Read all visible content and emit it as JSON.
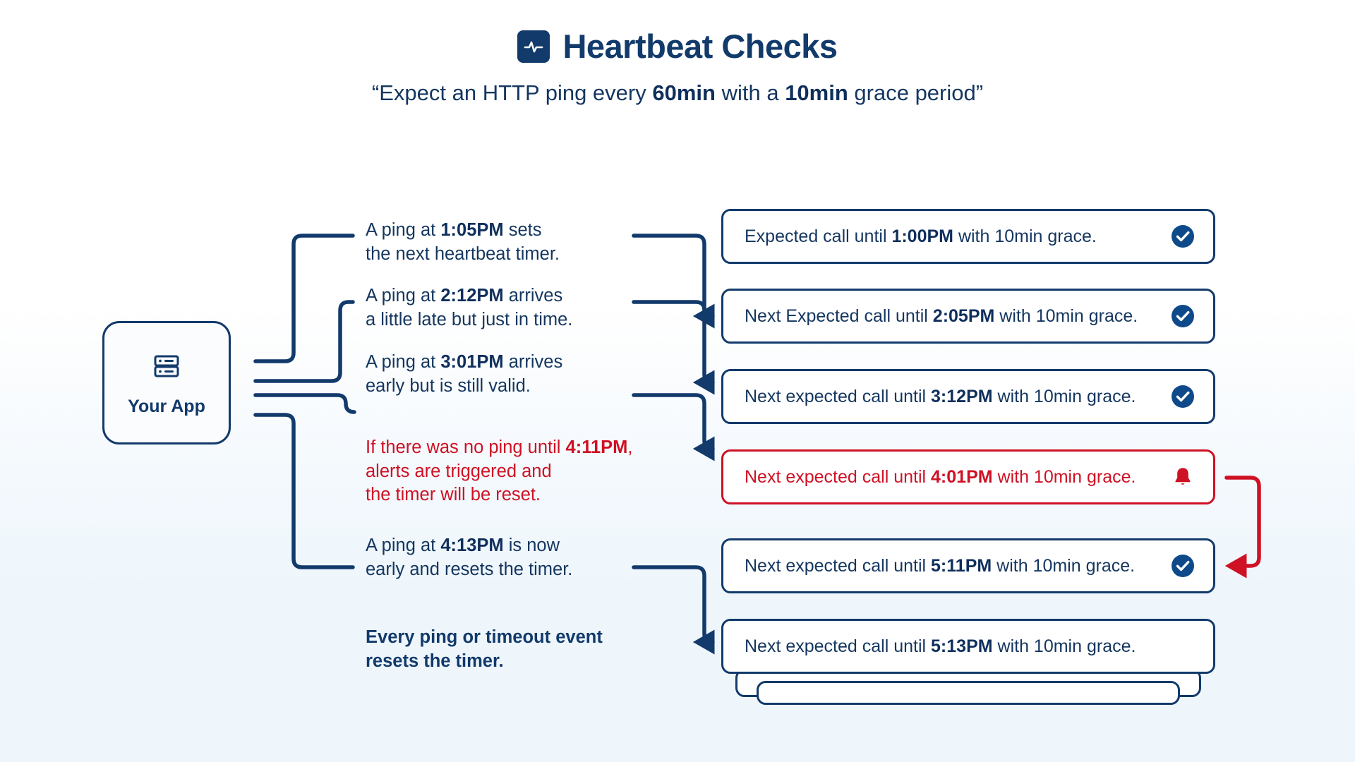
{
  "header": {
    "icon": "heartbeat-pulse-icon",
    "title": "Heartbeat Checks",
    "subtitle_prefix": "“Expect an HTTP ping every ",
    "subtitle_bold1": "60min",
    "subtitle_middle": " with a ",
    "subtitle_bold2": "10min",
    "subtitle_suffix": " grace period”"
  },
  "app": {
    "icon": "server-rack-icon",
    "label": "Your App"
  },
  "events": [
    {
      "id": "event-ping-105pm",
      "prefix": "A ping at ",
      "bold": "1:05PM",
      "suffix": " sets\nthe next heartbeat timer.",
      "tone": "normal"
    },
    {
      "id": "event-ping-212pm",
      "prefix": "A ping at ",
      "bold": "2:12PM",
      "suffix": " arrives\na little late but just in time.",
      "tone": "normal"
    },
    {
      "id": "event-ping-301pm",
      "prefix": " A ping at ",
      "bold": "3:01PM",
      "suffix": " arrives\n early but is still valid.",
      "tone": "normal"
    },
    {
      "id": "event-no-ping-411pm",
      "prefix": "If there was no ping until ",
      "bold": "4:11PM",
      "suffix": ",\nalerts are triggered and\nthe timer will be reset.",
      "tone": "alert"
    },
    {
      "id": "event-ping-413pm",
      "prefix": "A ping at ",
      "bold": "4:13PM",
      "suffix": " is now\nearly and resets the timer.",
      "tone": "normal"
    },
    {
      "id": "event-reset-summary",
      "prefix": "Every ping or timeout event\nresets the timer.",
      "bold": "",
      "suffix": "",
      "tone": "strong"
    }
  ],
  "cards": [
    {
      "id": "card-expected-100pm",
      "prefix": "Expected call until ",
      "bold": "1:00PM",
      "suffix": " with 10min grace.",
      "status": "ok",
      "icon": "check-circle-icon"
    },
    {
      "id": "card-expected-205pm",
      "prefix": "Next Expected call until ",
      "bold": "2:05PM",
      "suffix": " with 10min grace.",
      "status": "ok",
      "icon": "check-circle-icon"
    },
    {
      "id": "card-expected-312pm",
      "prefix": "Next expected call until ",
      "bold": "3:12PM",
      "suffix": " with 10min grace.",
      "status": "ok",
      "icon": "check-circle-icon"
    },
    {
      "id": "card-expected-401pm",
      "prefix": "Next expected call until ",
      "bold": "4:01PM",
      "suffix": " with 10min grace.",
      "status": "alert",
      "icon": "bell-alert-icon"
    },
    {
      "id": "card-expected-511pm",
      "prefix": "Next expected call until ",
      "bold": "5:11PM",
      "suffix": " with 10min grace.",
      "status": "ok",
      "icon": "check-circle-icon"
    },
    {
      "id": "card-expected-513pm",
      "prefix": "Next expected call until ",
      "bold": "5:13PM",
      "suffix": " with 10min grace.",
      "status": "none",
      "icon": ""
    }
  ],
  "colors": {
    "navy": "#123A6B",
    "text_navy": "#14365f",
    "red": "#cf1124",
    "card_bg": "#ffffff",
    "page_bg": "#ffffff",
    "bottom_bg": "#eef6fc",
    "bar_line": "#b9d9f2"
  }
}
